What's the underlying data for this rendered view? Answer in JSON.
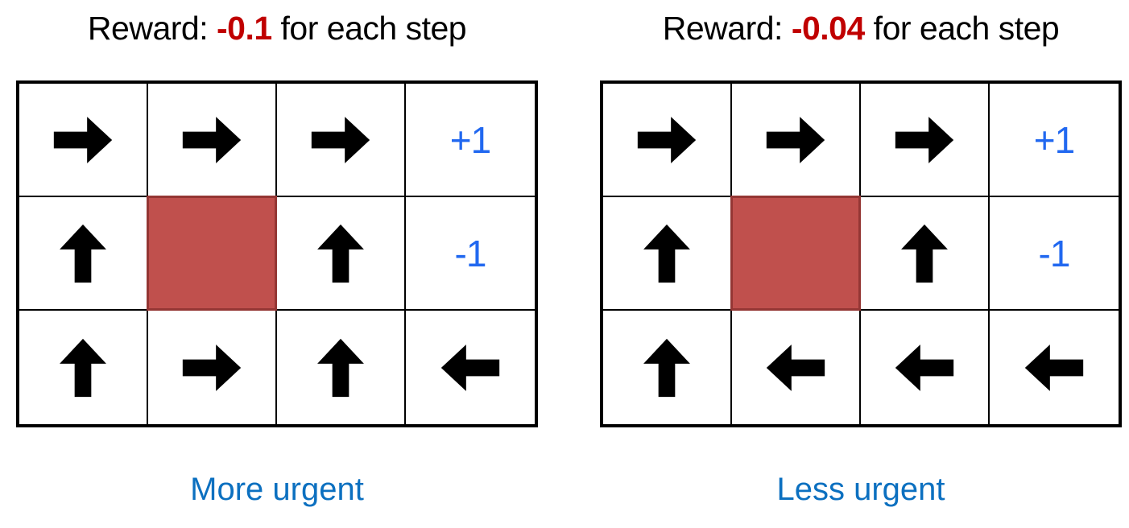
{
  "figure": {
    "description": "Gridworld optimal policies under two different step rewards"
  },
  "colors": {
    "reward_value_red": "#C00000",
    "terminal_value_blue": "#2168F0",
    "caption_blue": "#0C70C0",
    "blocked_cell_fill": "#C0504D",
    "blocked_cell_border": "#943634",
    "grid_line": "#000000",
    "arrow": "#000000",
    "background": "#FFFFFF"
  },
  "panels": [
    {
      "title": {
        "prefix": "Reward: ",
        "value": "-0.1",
        "suffix": " for each step"
      },
      "caption": "More urgent",
      "grid": {
        "rows": 3,
        "cols": 4,
        "labels": {
          "plus": "+1",
          "minus": "-1"
        },
        "cells": [
          [
            "right",
            "right",
            "right",
            "plus"
          ],
          [
            "up",
            "wall",
            "up",
            "minus"
          ],
          [
            "up",
            "right",
            "up",
            "left"
          ]
        ]
      }
    },
    {
      "title": {
        "prefix": "Reward: ",
        "value": "-0.04",
        "suffix": " for each step"
      },
      "caption": "Less urgent",
      "grid": {
        "rows": 3,
        "cols": 4,
        "labels": {
          "plus": "+1",
          "minus": "-1"
        },
        "cells": [
          [
            "right",
            "right",
            "right",
            "plus"
          ],
          [
            "up",
            "wall",
            "up",
            "minus"
          ],
          [
            "up",
            "left",
            "left",
            "left"
          ]
        ]
      }
    }
  ]
}
